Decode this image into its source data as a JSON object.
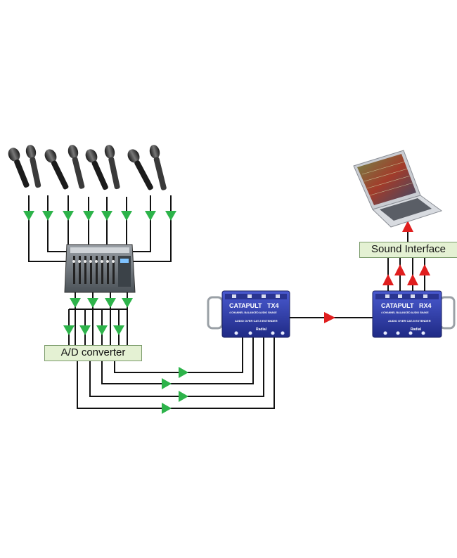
{
  "labels": {
    "ad_converter": "A/D converter",
    "sound_interface": "Sound Interface"
  },
  "devices": {
    "tx": {
      "brand": "CATAPULT",
      "model": "TX4",
      "subtitle": "4 CHANNEL BALANCED AUDIO SNAKE",
      "caption": "AUDIO OVER CAT-5 EXTENDER",
      "logo": "Radial"
    },
    "rx": {
      "brand": "CATAPULT",
      "model": "RX4",
      "subtitle": "4 CHANNEL BALANCED AUDIO SNAKE",
      "caption": "AUDIO OVER CAT-5 EXTENDER",
      "logo": "Radial"
    }
  },
  "colors": {
    "arrow_forward": "#2db34a",
    "arrow_return": "#e01e1e",
    "device_blue": "#2d3da8",
    "label_fill": "#e4f1d3",
    "wire": "#111111"
  },
  "icons": [
    "microphone-icon",
    "mixer-icon",
    "laptop-icon",
    "catapult-box-icon"
  ]
}
